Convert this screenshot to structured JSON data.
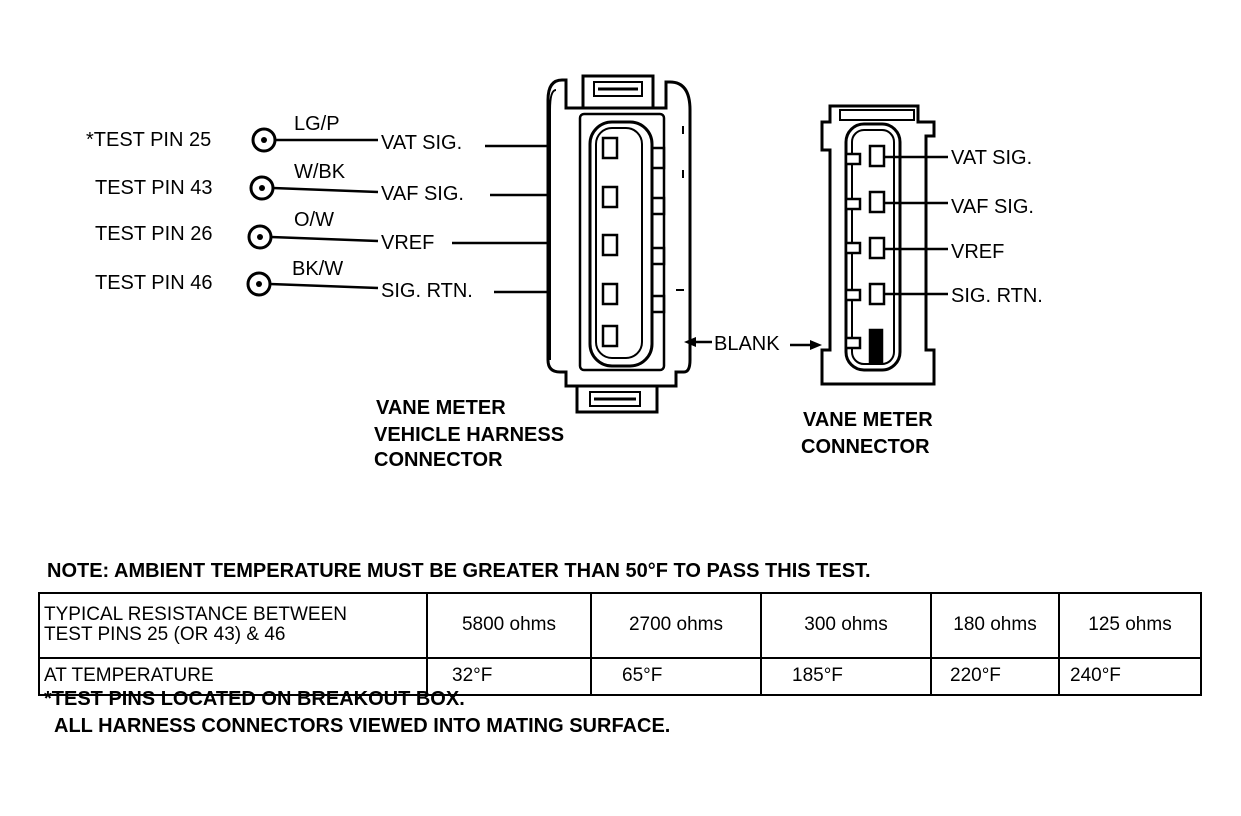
{
  "harness_connector": {
    "test_pins": [
      {
        "label": "*TEST PIN 25",
        "wire": "LG/P",
        "signal": "VAT SIG."
      },
      {
        "label": "TEST PIN 43",
        "wire": "W/BK",
        "signal": "VAF SIG."
      },
      {
        "label": "TEST PIN 26",
        "wire": "O/W",
        "signal": "VREF"
      },
      {
        "label": "TEST PIN 46",
        "wire": "BK/W",
        "signal": "SIG. RTN."
      }
    ],
    "caption": [
      "VANE METER",
      "VEHICLE HARNESS",
      "CONNECTOR"
    ]
  },
  "blank_label": "BLANK",
  "meter_connector": {
    "signals": [
      "VAT SIG.",
      "VAF SIG.",
      "VREF",
      "SIG. RTN."
    ],
    "caption": [
      "VANE METER",
      "CONNECTOR"
    ]
  },
  "note": "NOTE: AMBIENT TEMPERATURE MUST BE GREATER THAN 50°F TO PASS THIS TEST.",
  "table": {
    "row1_header": [
      "TYPICAL RESISTANCE BETWEEN",
      "TEST PINS 25 (OR 43) & 46"
    ],
    "resistances": [
      "5800 ohms",
      "2700 ohms",
      "300 ohms",
      "180 ohms",
      "125 ohms"
    ],
    "row2_header": "AT TEMPERATURE",
    "temperatures": [
      "32°F",
      "65°F",
      "185°F",
      "220°F",
      "240°F"
    ]
  },
  "footnotes": [
    "*TEST PINS LOCATED ON BREAKOUT BOX.",
    "ALL HARNESS CONNECTORS VIEWED INTO MATING SURFACE."
  ]
}
